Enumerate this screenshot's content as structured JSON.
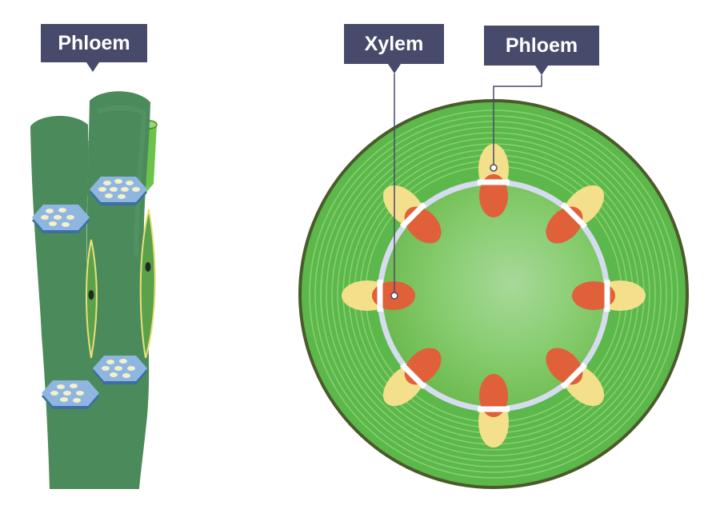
{
  "labels": {
    "phloem_left": "Phloem",
    "xylem": "Xylem",
    "phloem_right": "Phloem"
  },
  "colors": {
    "stem_dark_green": "#4b8a5a",
    "stem_light_green": "#6cc24a",
    "xylem_orange": "#e0603a",
    "phloem_yellow": "#f4df8a",
    "ring_lavender": "#d6dcef",
    "label_bg": "#474a6b",
    "outline": "#4a5a2a"
  },
  "cross_section": {
    "bundle_count": 8
  }
}
